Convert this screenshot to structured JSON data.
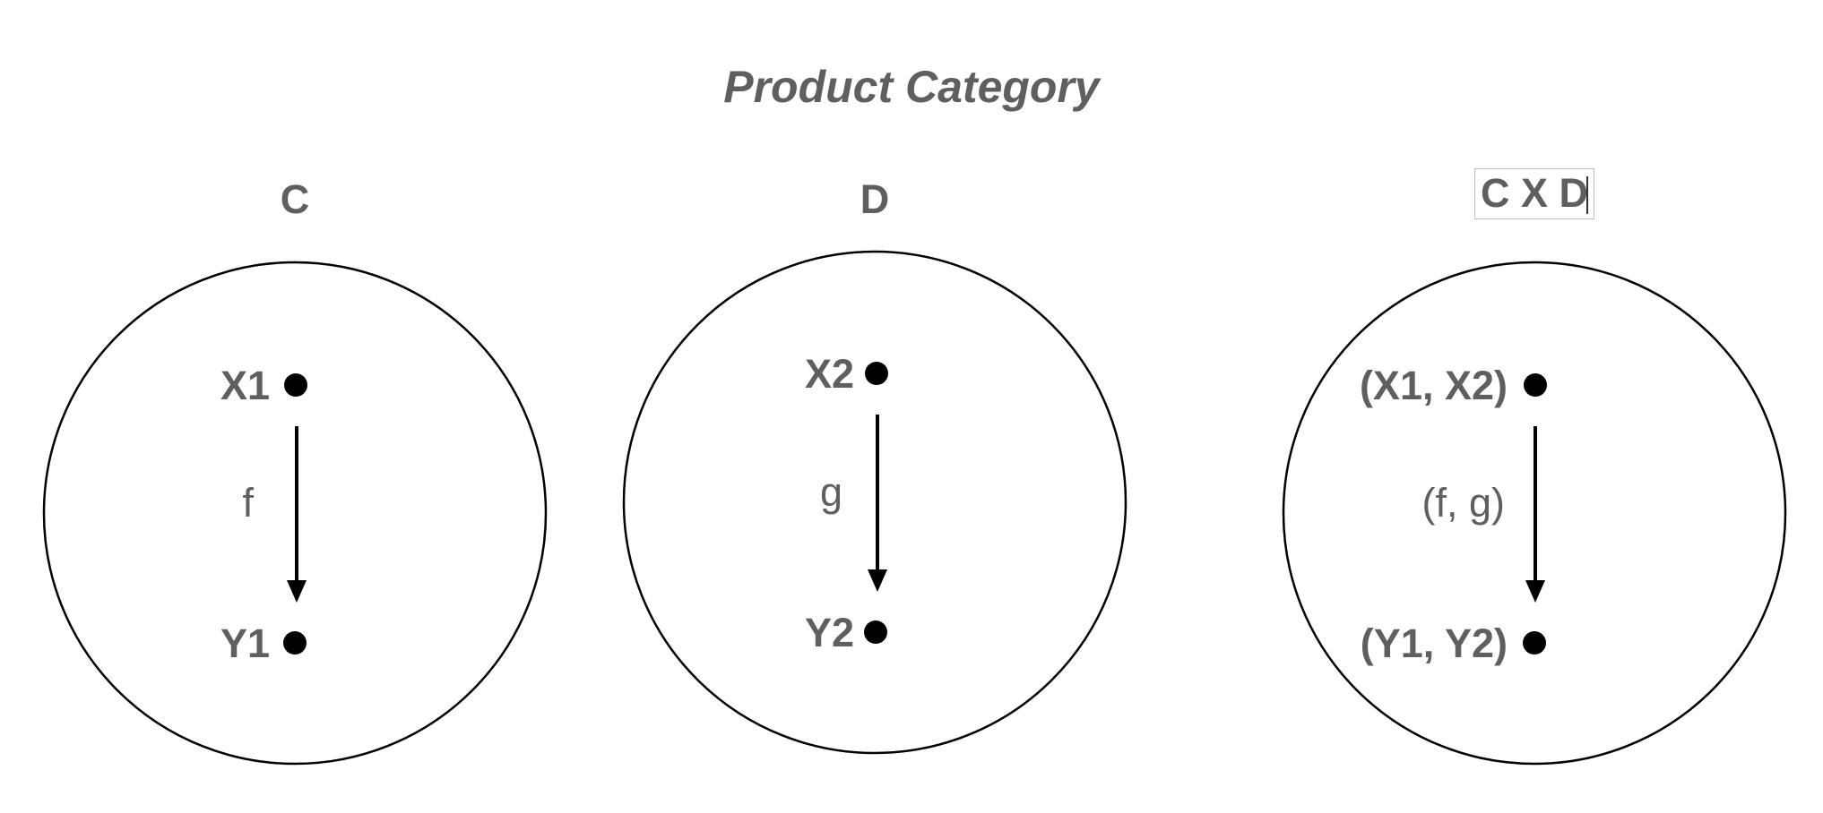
{
  "title": "Product Category",
  "categories": [
    {
      "label": "C",
      "source": "X1",
      "target": "Y1",
      "morphism": "f"
    },
    {
      "label": "D",
      "source": "X2",
      "target": "Y2",
      "morphism": "g"
    },
    {
      "label": "C X D",
      "source": "(X1, X2)",
      "target": "(Y1, Y2)",
      "morphism": "(f, g)"
    }
  ],
  "colors": {
    "text": "#5f5f5f",
    "stroke": "#000000"
  }
}
